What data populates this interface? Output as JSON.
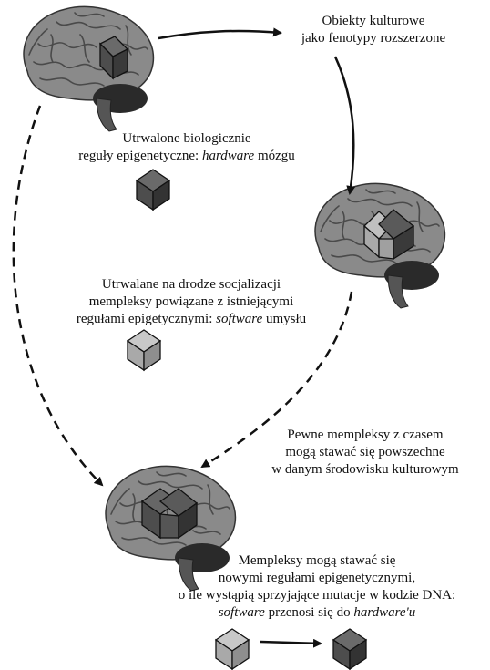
{
  "labels": {
    "cultural_objects": [
      "Obiekty kulturowe",
      "jako fenotypy rozszerzone"
    ],
    "hardware": {
      "line1": "Utrwalone biologicznie",
      "line2_pre": "reguły epigenetyczne: ",
      "line2_em": "hardware",
      "line2_post": " mózgu"
    },
    "software": {
      "line1": "Utrwalane na drodze socjalizacji",
      "line2": "mempleksy powiązane z istniejącymi",
      "line3_pre": "regułami epigetycznymi: ",
      "line3_em": "software",
      "line3_post": " umysłu"
    },
    "common": [
      "Pewne mempleksy z czasem",
      "mogą stawać się powszechne",
      "w danym środowisku kulturowym"
    ],
    "mutation": {
      "line1": "Mempleksy mogą stawać się",
      "line2": "nowymi regułami epigenetycznymi,",
      "line3": "o ile wystąpią sprzyjające mutacje w kodzie DNA:",
      "line4_em1": "software",
      "line4_mid": " przenosi się do ",
      "line4_em2": "hardware'u"
    }
  },
  "colors": {
    "brain_cortex": "#8a8a8a",
    "brain_fold": "#4a4a4a",
    "cerebellum": "#2a2a2a",
    "cube_dark": "#4d4d4d",
    "cube_light": "#a9a9a9",
    "arrow": "#111111"
  }
}
